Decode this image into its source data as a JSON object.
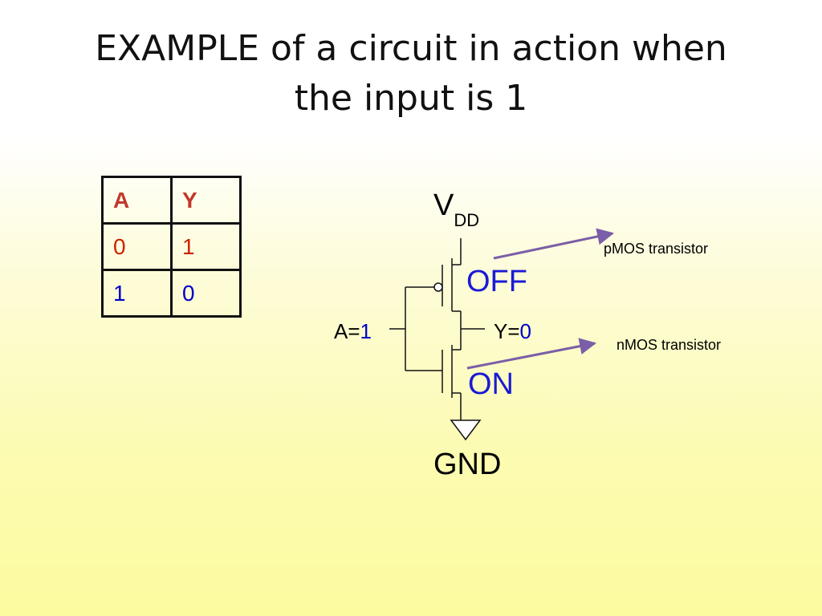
{
  "title_line1": "EXAMPLE of a circuit in action when",
  "title_line2": "the input is 1",
  "truth_table": {
    "headers": [
      "A",
      "Y"
    ],
    "rows": [
      [
        "0",
        "1"
      ],
      [
        "1",
        "0"
      ]
    ]
  },
  "circuit": {
    "vdd_main": "V",
    "vdd_sub": "DD",
    "gnd": "GND",
    "input_prefix": "A=",
    "input_value": "1",
    "output_prefix": "Y=",
    "output_value": "0",
    "pmos_state": "OFF",
    "nmos_state": "ON",
    "pmos_label": "pMOS transistor",
    "nmos_label": "nMOS transistor"
  },
  "colors": {
    "header_red": "#c0392b",
    "zero_red": "#cc2200",
    "one_blue": "#0000cc",
    "state_blue": "#1a1ad6",
    "arrow_purple": "#7b5ea7"
  }
}
